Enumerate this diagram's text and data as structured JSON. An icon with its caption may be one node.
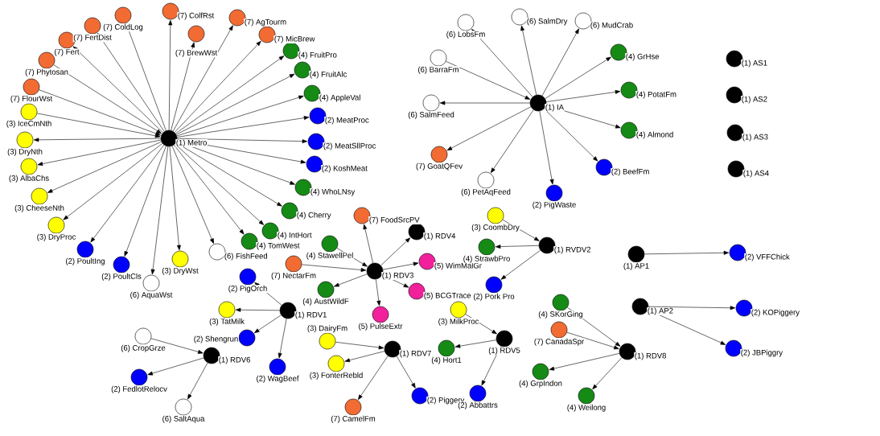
{
  "diagram": {
    "nodes": [
      {
        "text": [
          "(1) Metro"
        ]
      },
      {
        "text": [
          "(7) ColdLog"
        ]
      },
      {
        "text": [
          "(7) ColfRst"
        ]
      },
      {
        "text": [
          "(7) FertDist"
        ]
      },
      {
        "text": [
          "(7) Fert"
        ]
      },
      {
        "text": [
          "(7) Phytosan"
        ]
      },
      {
        "text": [
          "(7) FlourWst"
        ]
      },
      {
        "text": [
          "(3) IceCmNth"
        ]
      },
      {
        "text": [
          "(3) DryNth"
        ]
      },
      {
        "text": [
          "(3) AlbaChs"
        ]
      },
      {
        "text": [
          "(3) CheeseNth"
        ]
      },
      {
        "text": [
          "(3) DryProc"
        ]
      },
      {
        "text": [
          "(2) PoultIng"
        ]
      },
      {
        "text": [
          "(2) PoultCls"
        ]
      },
      {
        "text": [
          "(6) AquaWst"
        ]
      },
      {
        "text": [
          "(3) DryWst"
        ]
      },
      {
        "text": [
          "(6) FishFeed"
        ]
      },
      {
        "text": [
          "(4) TomWest"
        ]
      },
      {
        "text": [
          "(4) IntHort"
        ]
      },
      {
        "text": [
          "(4) Cherry"
        ]
      },
      {
        "text": [
          "(4) WhoLNsy"
        ]
      },
      {
        "text": [
          "(2) KoshMeat"
        ]
      },
      {
        "text": [
          "(2) MeatSllProc"
        ]
      },
      {
        "text": [
          "(2) MeatProc"
        ]
      },
      {
        "text": [
          "(4) AppleVal"
        ]
      },
      {
        "text": [
          "(4) FruitAlc"
        ]
      },
      {
        "text": [
          "(4) FruitPro"
        ]
      },
      {
        "text": [
          "(7) MicBrew"
        ]
      },
      {
        "text": [
          "(7) AgTourm"
        ]
      },
      {
        "text": [
          "(7) BrewWst"
        ]
      },
      {
        "text": [
          "(1) IA"
        ]
      },
      {
        "text": [
          "(6) LobsFm"
        ]
      },
      {
        "text": [
          "(6) SalmDry"
        ]
      },
      {
        "text": [
          "(6) MudCrab"
        ]
      },
      {
        "text": [
          "(6) BarraFm"
        ]
      },
      {
        "text": [
          "(4) GrHse"
        ]
      },
      {
        "text": [
          "(4) PotatFm"
        ]
      },
      {
        "text": [
          "(6) SalmFeed"
        ]
      },
      {
        "text": [
          "(4) Almond"
        ]
      },
      {
        "text": [
          "(7) GoatQFev"
        ]
      },
      {
        "text": [
          "(2) BeefFm"
        ]
      },
      {
        "text": [
          "(6) PetAqFeed"
        ]
      },
      {
        "text": [
          "(2) PigWaste"
        ]
      },
      {
        "text": [
          "(1) AS1"
        ]
      },
      {
        "text": [
          "(1) AS2"
        ]
      },
      {
        "text": [
          "(1) AS3"
        ]
      },
      {
        "text": [
          "(1) AS4"
        ]
      },
      {
        "text": [
          "(1) RDV3"
        ]
      },
      {
        "text": [
          "(7) FoodSrcPV"
        ]
      },
      {
        "text": [
          "(1) RDV4"
        ]
      },
      {
        "text": [
          "(4) StawellPel"
        ]
      },
      {
        "text": [
          "(7) NectarFm"
        ]
      },
      {
        "text": [
          "(5) WimMalGr"
        ]
      },
      {
        "text": [
          "(5) BCGTrace"
        ]
      },
      {
        "text": [
          "(4) AustWildF"
        ]
      },
      {
        "text": [
          "(5) PulseExtr"
        ]
      },
      {
        "text": [
          "(1) RDV1"
        ]
      },
      {
        "text": [
          "(2) PigOrch"
        ]
      },
      {
        "text": [
          "(3) TatMilk"
        ]
      },
      {
        "text": [
          "(2) Shengrun"
        ]
      },
      {
        "text": [
          "(2) WagBeef"
        ]
      },
      {
        "text": [
          "(1) RDV6"
        ]
      },
      {
        "text": [
          "(6) CropGrze"
        ]
      },
      {
        "text": [
          "(2) FedlotRelocv"
        ]
      },
      {
        "text": [
          "(6) SaltAqua"
        ]
      },
      {
        "text": [
          "(1) RDV7"
        ]
      },
      {
        "text": [
          "(3) DairyFm"
        ]
      },
      {
        "text": [
          "(3) FonterRebld"
        ]
      },
      {
        "text": [
          "(7) CamelFm"
        ]
      },
      {
        "text": [
          "(2) Piggery"
        ]
      },
      {
        "text": [
          "(1) RVDV2"
        ]
      },
      {
        "text": [
          "(3) CoombDry"
        ]
      },
      {
        "text": [
          "(4) StrawbPro"
        ]
      },
      {
        "text": [
          "(2) Pork Pro"
        ]
      },
      {
        "text": [
          "(1) RDV5"
        ]
      },
      {
        "text": [
          "(3) MilkProc"
        ]
      },
      {
        "text": [
          "(4) Hort1"
        ]
      },
      {
        "text": [
          "(2) Abbattrs"
        ]
      },
      {
        "text": [
          "(1) RDV8"
        ]
      },
      {
        "text": [
          "(4) SKorGing"
        ]
      },
      {
        "text": [
          "(7) CanadaSpr"
        ]
      },
      {
        "text": [
          "(4) GrpIndon"
        ]
      },
      {
        "text": [
          "(4) Weilong"
        ]
      },
      {
        "text": [
          "(1) AP1"
        ]
      },
      {
        "text": [
          "(2) VFFChick"
        ]
      },
      {
        "text": [
          "(1) AP2"
        ]
      },
      {
        "text": [
          "(2) KOPiggery"
        ]
      },
      {
        "text": [
          "(2) JBPiggry"
        ]
      }
    ],
    "edges": [
      {
        "from": 0,
        "to": 1,
        "arrow": "to"
      },
      {
        "from": 0,
        "to": 2,
        "arrow": "to"
      },
      {
        "from": 0,
        "to": 3,
        "arrow": "to"
      },
      {
        "from": 0,
        "to": 4,
        "arrow": "to"
      },
      {
        "from": 5,
        "to": 0,
        "arrow": "to"
      },
      {
        "from": 6,
        "to": 0,
        "arrow": "to"
      },
      {
        "from": 7,
        "to": 0,
        "arrow": "to"
      },
      {
        "from": 0,
        "to": 8,
        "arrow": "to"
      },
      {
        "from": 0,
        "to": 9,
        "arrow": "to"
      },
      {
        "from": 0,
        "to": 10,
        "arrow": "to"
      },
      {
        "from": 0,
        "to": 11,
        "arrow": "to"
      },
      {
        "from": 0,
        "to": 12,
        "arrow": "to"
      },
      {
        "from": 0,
        "to": 13,
        "arrow": "to"
      },
      {
        "from": 0,
        "to": 14,
        "arrow": "to"
      },
      {
        "from": 0,
        "to": 15,
        "arrow": "to"
      },
      {
        "from": 0,
        "to": 16,
        "arrow": "to"
      },
      {
        "from": 0,
        "to": 17,
        "arrow": "to"
      },
      {
        "from": 0,
        "to": 18,
        "arrow": "to"
      },
      {
        "from": 0,
        "to": 19,
        "arrow": "to"
      },
      {
        "from": 0,
        "to": 20,
        "arrow": "to"
      },
      {
        "from": 0,
        "to": 21,
        "arrow": "to"
      },
      {
        "from": 0,
        "to": 22,
        "arrow": "to"
      },
      {
        "from": 0,
        "to": 23,
        "arrow": "to"
      },
      {
        "from": 0,
        "to": 24,
        "arrow": "to"
      },
      {
        "from": 0,
        "to": 25,
        "arrow": "to"
      },
      {
        "from": 0,
        "to": 26,
        "arrow": "to"
      },
      {
        "from": 0,
        "to": 27,
        "arrow": "to"
      },
      {
        "from": 0,
        "to": 28,
        "arrow": "to"
      },
      {
        "from": 0,
        "to": 29,
        "arrow": "to"
      },
      {
        "from": 30,
        "to": 31,
        "arrow": "to"
      },
      {
        "from": 30,
        "to": 32,
        "arrow": "to"
      },
      {
        "from": 30,
        "to": 33,
        "arrow": "to"
      },
      {
        "from": 34,
        "to": 30,
        "arrow": "to"
      },
      {
        "from": 30,
        "to": 35,
        "arrow": "to"
      },
      {
        "from": 30,
        "to": 36,
        "arrow": "to"
      },
      {
        "from": 30,
        "to": 37,
        "arrow": "to"
      },
      {
        "from": 30,
        "to": 38,
        "arrow": "to"
      },
      {
        "from": 30,
        "to": 39,
        "arrow": "to"
      },
      {
        "from": 30,
        "to": 40,
        "arrow": "to"
      },
      {
        "from": 30,
        "to": 41,
        "arrow": "to"
      },
      {
        "from": 30,
        "to": 42,
        "arrow": "to"
      },
      {
        "from": 47,
        "to": 48,
        "arrow": "to"
      },
      {
        "from": 47,
        "to": 49,
        "arrow": "to"
      },
      {
        "from": 50,
        "to": 47,
        "arrow": "to"
      },
      {
        "from": 51,
        "to": 47,
        "arrow": "to"
      },
      {
        "from": 47,
        "to": 52,
        "arrow": "to"
      },
      {
        "from": 47,
        "to": 53,
        "arrow": "to"
      },
      {
        "from": 47,
        "to": 54,
        "arrow": "to"
      },
      {
        "from": 47,
        "to": 55,
        "arrow": "to"
      },
      {
        "from": 56,
        "to": 57,
        "arrow": "to"
      },
      {
        "from": 56,
        "to": 58,
        "arrow": "to"
      },
      {
        "from": 56,
        "to": 59,
        "arrow": "to"
      },
      {
        "from": 56,
        "to": 60,
        "arrow": "to"
      },
      {
        "from": 62,
        "to": 61,
        "arrow": "to"
      },
      {
        "from": 61,
        "to": 63,
        "arrow": "to"
      },
      {
        "from": 61,
        "to": 64,
        "arrow": "to"
      },
      {
        "from": 66,
        "to": 65,
        "arrow": "to"
      },
      {
        "from": 65,
        "to": 67,
        "arrow": "to"
      },
      {
        "from": 65,
        "to": 68,
        "arrow": "to"
      },
      {
        "from": 65,
        "to": 69,
        "arrow": "to"
      },
      {
        "from": 71,
        "to": 70,
        "arrow": "to"
      },
      {
        "from": 70,
        "to": 72,
        "arrow": "to"
      },
      {
        "from": 70,
        "to": 73,
        "arrow": "to"
      },
      {
        "from": 75,
        "to": 74,
        "arrow": "to"
      },
      {
        "from": 74,
        "to": 76,
        "arrow": "to"
      },
      {
        "from": 74,
        "to": 77,
        "arrow": "to"
      },
      {
        "from": 79,
        "to": 78,
        "arrow": "to"
      },
      {
        "from": 80,
        "to": 78,
        "arrow": "to"
      },
      {
        "from": 78,
        "to": 81,
        "arrow": "to"
      },
      {
        "from": 78,
        "to": 82,
        "arrow": "to"
      },
      {
        "from": 83,
        "to": 84,
        "arrow": "to"
      },
      {
        "from": 85,
        "to": 86,
        "arrow": "to"
      },
      {
        "from": 85,
        "to": 87,
        "arrow": "to"
      }
    ]
  }
}
